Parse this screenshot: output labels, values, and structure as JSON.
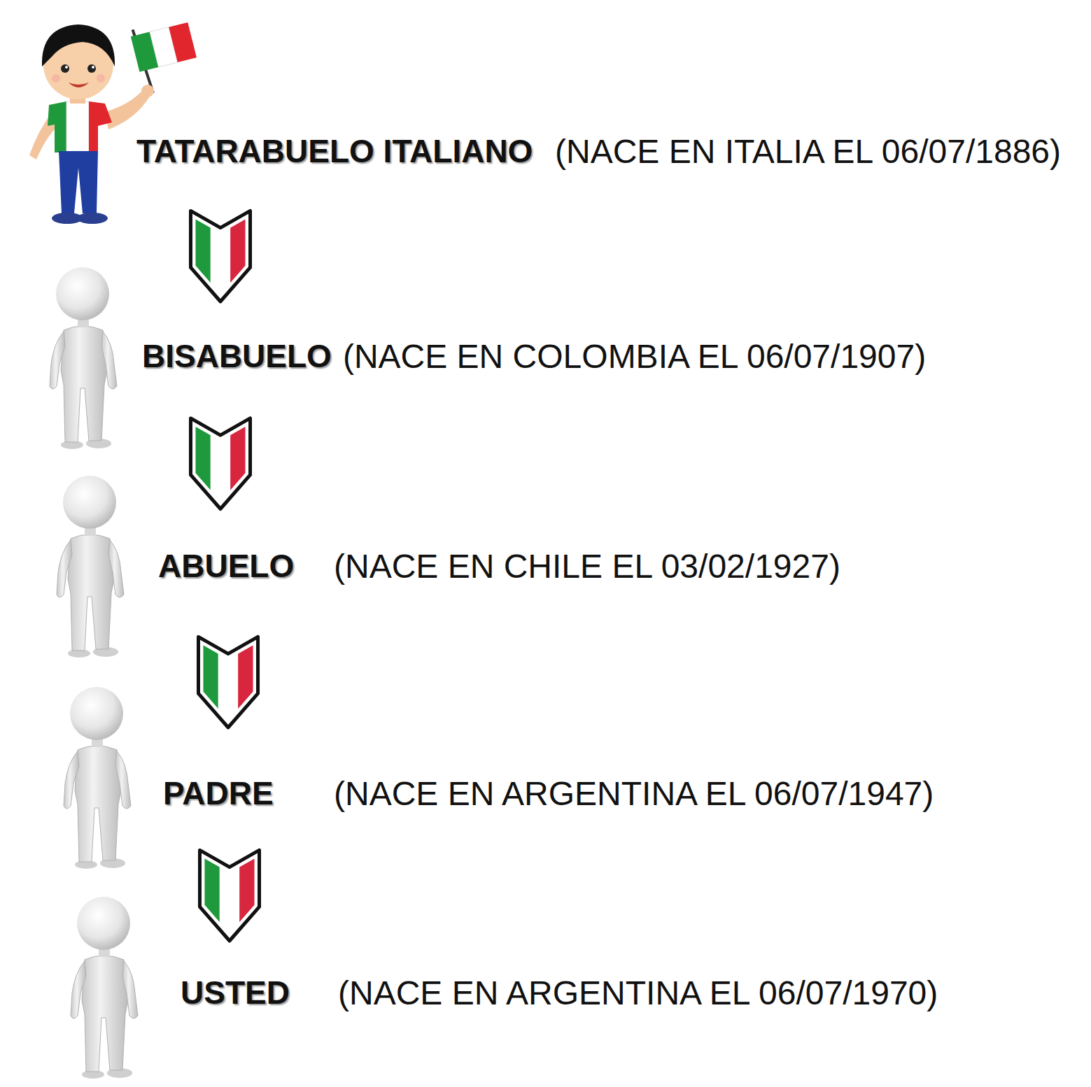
{
  "diagram": {
    "nodes": [
      {
        "text": [
          "TATARABUELO ITALIANO",
          "(NACE EN ITALIA EL 06/07/1886)"
        ]
      },
      {
        "text": [
          "BISABUELO",
          "(NACE EN COLOMBIA EL 06/07/1907)"
        ]
      },
      {
        "text": [
          "ABUELO",
          "(NACE EN CHILE EL 03/02/1927)"
        ]
      },
      {
        "text": [
          "PADRE",
          "(NACE EN ARGENTINA EL 06/07/1947)"
        ]
      },
      {
        "text": [
          "USTED",
          "(NACE EN ARGENTINA EL 06/07/1970)"
        ]
      }
    ],
    "edges": [
      {
        "from": 0,
        "to": 1,
        "arrow": "to"
      },
      {
        "from": 1,
        "to": 2,
        "arrow": "to"
      },
      {
        "from": 2,
        "to": 3,
        "arrow": "to"
      },
      {
        "from": 3,
        "to": 4,
        "arrow": "to"
      }
    ]
  }
}
